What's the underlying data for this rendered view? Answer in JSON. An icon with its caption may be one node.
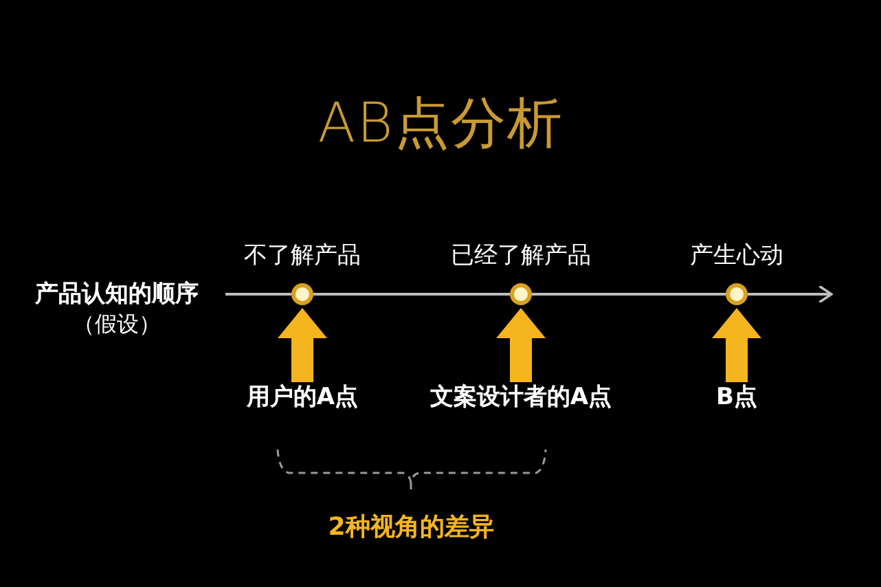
{
  "diagram": {
    "title": "AB点分析",
    "nodes": [
      {
        "text": [
          "产品认知的顺序",
          "（假设）"
        ]
      },
      {
        "text": [],
        "shape": "circle",
        "beside": [
          "不了解产品"
        ]
      },
      {
        "text": [],
        "shape": "circle",
        "beside": [
          "已经了解产品"
        ]
      },
      {
        "text": [],
        "shape": "circle",
        "beside": [
          "产生心动"
        ]
      },
      {
        "text": [
          "用户的A点"
        ]
      },
      {
        "text": [
          "文案设计者的A点"
        ]
      },
      {
        "text": [
          "B点"
        ]
      }
    ],
    "edges": [
      {
        "from": 0,
        "to": 1,
        "arrow": "none"
      },
      {
        "from": 1,
        "to": 2,
        "arrow": "none"
      },
      {
        "from": 2,
        "to": 3,
        "arrow": "none"
      },
      {
        "from": 3,
        "to": null,
        "arrow": "to"
      },
      {
        "from": 4,
        "to": 1,
        "arrow": "to",
        "style": "thick",
        "color": "#f5b51e"
      },
      {
        "from": 5,
        "to": 2,
        "arrow": "to",
        "style": "thick",
        "color": "#f5b51e"
      },
      {
        "from": 6,
        "to": 3,
        "arrow": "to",
        "style": "thick",
        "color": "#f5b51e"
      }
    ],
    "labels": [
      "2种视角的差异"
    ]
  }
}
